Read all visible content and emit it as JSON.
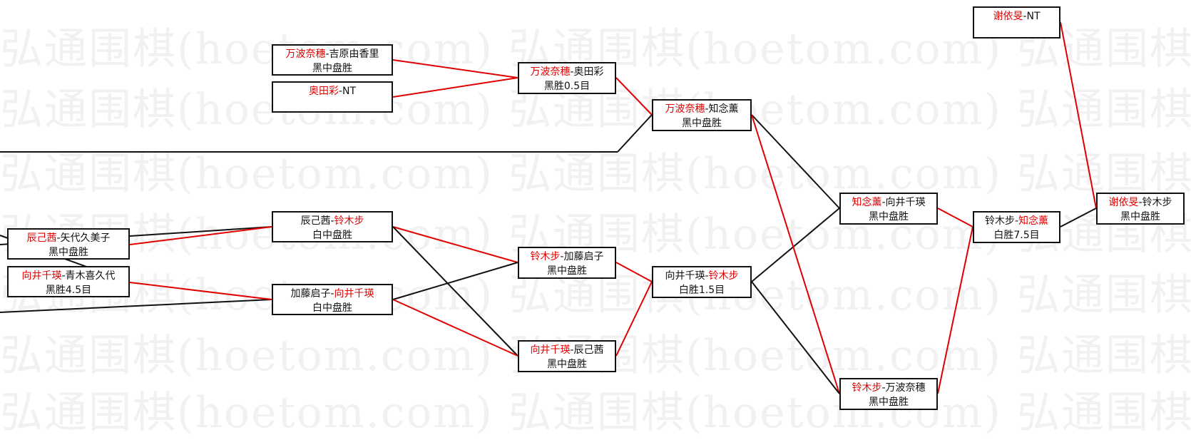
{
  "watermark": "弘通围棋(hoetom.com) 弘通围棋(hoetom.com) 弘通围棋(hoetom.com)",
  "colors": {
    "winner": "#e00000",
    "loser": "#111111"
  },
  "matches": [
    {
      "id": "m1",
      "p1": "万波奈穗",
      "p2": "吉原由香里",
      "winner": 1,
      "result": "黑中盘胜"
    },
    {
      "id": "m2",
      "p1": "奥田彩",
      "p2": "NT",
      "winner": 1,
      "result": ""
    },
    {
      "id": "m3",
      "p1": "辰己茜",
      "p2": "矢代久美子",
      "winner": 1,
      "result": "黑中盘胜"
    },
    {
      "id": "m4",
      "p1": "向井千瑛",
      "p2": "青木喜久代",
      "winner": 1,
      "result": "黑胜4.5目"
    },
    {
      "id": "m5",
      "p1": "万波奈穗",
      "p2": "奥田彩",
      "winner": 1,
      "result": "黑胜0.5目"
    },
    {
      "id": "m6",
      "p1": "辰己茜",
      "p2": "铃木步",
      "winner": 2,
      "result": "白中盘胜"
    },
    {
      "id": "m7",
      "p1": "加藤启子",
      "p2": "向井千瑛",
      "winner": 2,
      "result": "白中盘胜"
    },
    {
      "id": "m8",
      "p1": "万波奈穗",
      "p2": "知念薰",
      "winner": 1,
      "result": "黑中盘胜"
    },
    {
      "id": "m9",
      "p1": "铃木步",
      "p2": "加藤启子",
      "winner": 1,
      "result": "黑中盘胜"
    },
    {
      "id": "m10",
      "p1": "向井千瑛",
      "p2": "辰己茜",
      "winner": 1,
      "result": "黑中盘胜"
    },
    {
      "id": "m11",
      "p1": "向井千瑛",
      "p2": "铃木步",
      "winner": 2,
      "result": "白胜1.5目"
    },
    {
      "id": "m12",
      "p1": "知念薰",
      "p2": "向井千瑛",
      "winner": 1,
      "result": "黑中盘胜"
    },
    {
      "id": "m13",
      "p1": "铃木步",
      "p2": "万波奈穗",
      "winner": 1,
      "result": "黑中盘胜"
    },
    {
      "id": "m14",
      "p1": "谢依旻",
      "p2": "NT",
      "winner": 1,
      "result": ""
    },
    {
      "id": "m15",
      "p1": "铃木步",
      "p2": "知念薰",
      "winner": 2,
      "result": "白胜7.5目"
    },
    {
      "id": "m16",
      "p1": "谢依旻",
      "p2": "铃木步",
      "winner": 1,
      "result": "黑中盘胜"
    }
  ]
}
